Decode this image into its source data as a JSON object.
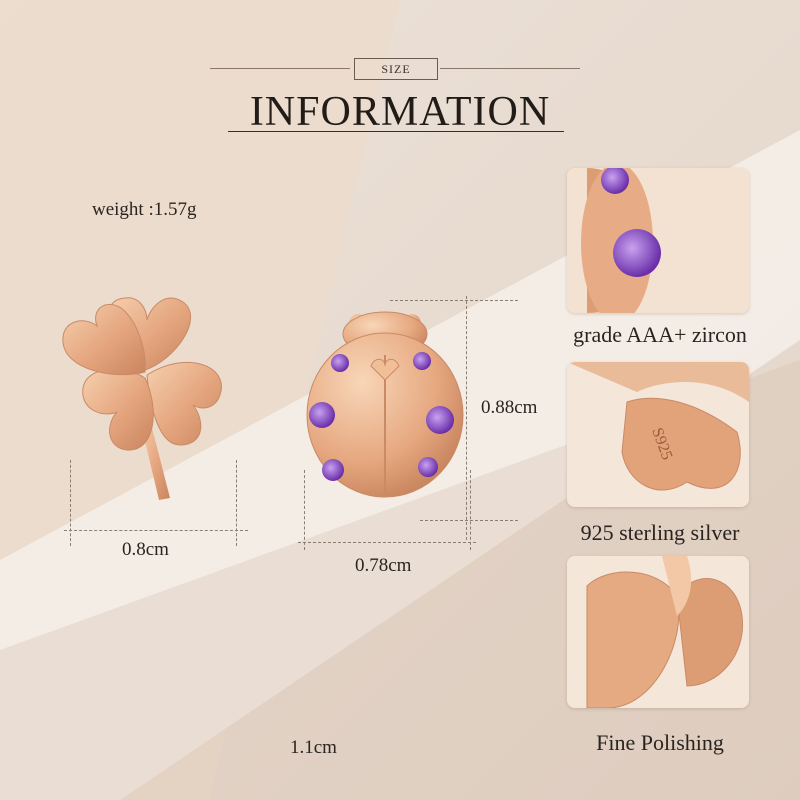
{
  "header": {
    "size_label": "SIZE",
    "title": "INFORMATION"
  },
  "specs": {
    "weight": "weight :1.57g",
    "clover_width": "0.8cm",
    "ladybug_width": "0.78cm",
    "ladybug_height": "0.88cm",
    "length": "1.1cm"
  },
  "features": [
    {
      "label": "grade AAA+ zircon",
      "icon": "zircon-closeup"
    },
    {
      "label": "925 sterling silver",
      "icon": "s925-stamp-closeup",
      "stamp": "S925"
    },
    {
      "label": "Fine Polishing",
      "icon": "polished-clover-closeup"
    }
  ],
  "colors": {
    "rose_gold": "#e8b08a",
    "zircon_purple": "#8b45c4",
    "text": "#2a2420"
  }
}
